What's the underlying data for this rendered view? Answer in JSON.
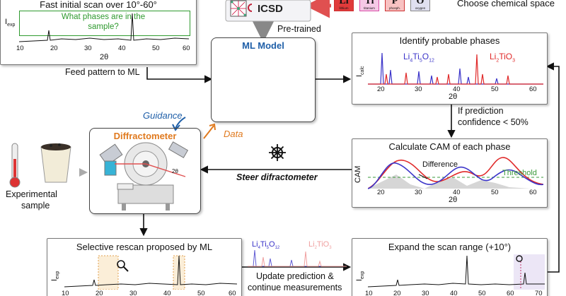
{
  "initial_scan": {
    "title": "Fast initial scan over 10°-60°",
    "question": "What phases are in the sample?",
    "ylabel": "I",
    "ylabel_sub": "exp",
    "xlabel": "2θ",
    "ticks": [
      "10",
      "20",
      "30",
      "40",
      "50",
      "60"
    ]
  },
  "feed_label": "Feed pattern to ML",
  "database": {
    "name": "ICSD",
    "elements": [
      {
        "symbol": "Li",
        "name": "lithium",
        "color": "#e03a3a"
      },
      {
        "symbol": "Ti",
        "name": "titanium",
        "color": "#d84fa8"
      },
      {
        "symbol": "P",
        "name": "phosph.",
        "color": "#f08a8a"
      },
      {
        "symbol": "O",
        "name": "oxygen",
        "color": "#c8c8e0"
      }
    ],
    "choose_label": "Choose chemical space"
  },
  "pretrained_label": "Pre-trained",
  "ml_model": {
    "title": "ML Model"
  },
  "identify": {
    "title": "Identify probable phases",
    "ylabel": "I",
    "ylabel_sub": "calc",
    "xlabel": "2θ",
    "ticks": [
      "20",
      "30",
      "40",
      "50",
      "60"
    ],
    "phase1": {
      "main": "Li",
      "s1": "4",
      "m2": "Ti",
      "s2": "5",
      "m3": "O",
      "s3": "12",
      "color": "#3b34c9"
    },
    "phase2": {
      "main": "Li",
      "s1": "2",
      "m2": "TiO",
      "s2": "3",
      "color": "#e02a2a"
    }
  },
  "condition_label_1": "If prediction",
  "condition_label_2": "confidence < 50%",
  "guidance_label": "Guidance",
  "data_label": "Data",
  "diffractometer_title": "Diffractometer",
  "theta_label": "2θ",
  "steer_label": "Steer difractometer",
  "sample_label_1": "Experimental",
  "sample_label_2": "sample",
  "cam": {
    "title": "Calculate CAM of each phase",
    "ylabel": "CAM",
    "xlabel": "2θ",
    "difference_label": "Difference",
    "threshold_label": "Threshold",
    "ticks": [
      "20",
      "30",
      "40",
      "50",
      "60"
    ]
  },
  "rescan": {
    "title": "Selective rescan proposed by ML",
    "ylabel": "I",
    "ylabel_sub": "exp",
    "ticks": [
      "10",
      "20",
      "30",
      "40",
      "50",
      "60"
    ]
  },
  "update_label_1": "Update prediction &",
  "update_label_2": "continue measurements",
  "expand": {
    "title": "Expand the scan range (+10°)",
    "ylabel": "I",
    "ylabel_sub": "exp",
    "ticks": [
      "10",
      "20",
      "30",
      "40",
      "50",
      "60",
      "70"
    ]
  },
  "colors": {
    "accent_blue": "#1f5fa8",
    "accent_orange": "#e07a1f",
    "phase_blue": "#3b34c9",
    "phase_red": "#e02a2a",
    "threshold_green": "#3a9a3a",
    "question_green": "#2f9a2f"
  }
}
